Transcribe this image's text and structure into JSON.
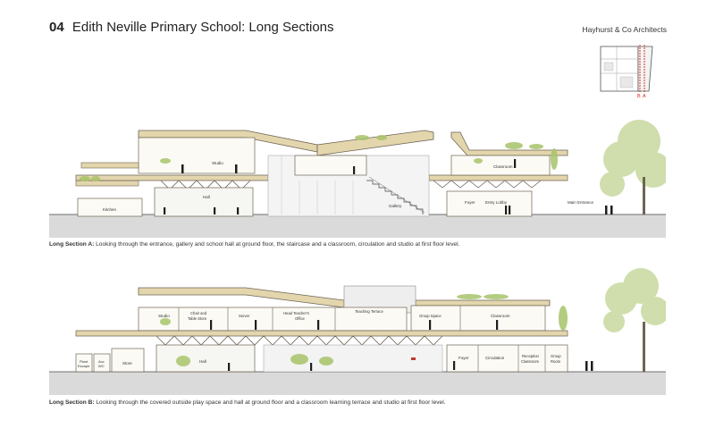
{
  "header": {
    "number": "04",
    "title": "Edith Neville Primary School: Long Sections",
    "firm": "Hayhurst & Co Architects"
  },
  "keyplan": {
    "marker_b": "B",
    "marker_a": "A"
  },
  "section_a": {
    "labels": {
      "studio": "Studio",
      "classroom": "Classroom",
      "hall": "Hall",
      "kitchen": "Kitchen",
      "gallery": "Gallery",
      "foyer": "Foyer",
      "entry_lobby": "Entry Lobby",
      "main_entrance": "Main Entrance"
    },
    "caption_bold": "Long Section A:",
    "caption_text": " Looking through the entrance, gallery and school hall at ground floor, the staircase and a classroom, circulation and studio at first floor level."
  },
  "section_b": {
    "labels": {
      "studio": "Studio",
      "chair_store": "Chair and",
      "chair_store_2": "Table Store",
      "server": "Server",
      "head_office": "Head Teacher's",
      "head_office_2": "Office",
      "teaching_terrace": "Teaching Terrace",
      "group_space": "Group Space",
      "classroom": "Classroom",
      "plant": "Plant",
      "escape": "Escape",
      "acc_wc": "Acc",
      "acc_wc_2": "WC",
      "store": "Store",
      "hall": "Hall",
      "foyer": "Foyer",
      "circulation": "Circulation",
      "reception": "Reception",
      "reception_2": "Classroom",
      "group_room": "Group",
      "group_room_2": "Room"
    },
    "caption_bold": "Long Section B:",
    "caption_text": " Looking through the covered outside play space and hall at ground floor and a classroom learning terrace and studio at first floor level."
  },
  "colors": {
    "timber": "#e3d6ad",
    "timber_dark": "#cdbd86",
    "wall": "#6e6455",
    "ground": "#d7d7d7",
    "tree": "#a8c46a"
  }
}
